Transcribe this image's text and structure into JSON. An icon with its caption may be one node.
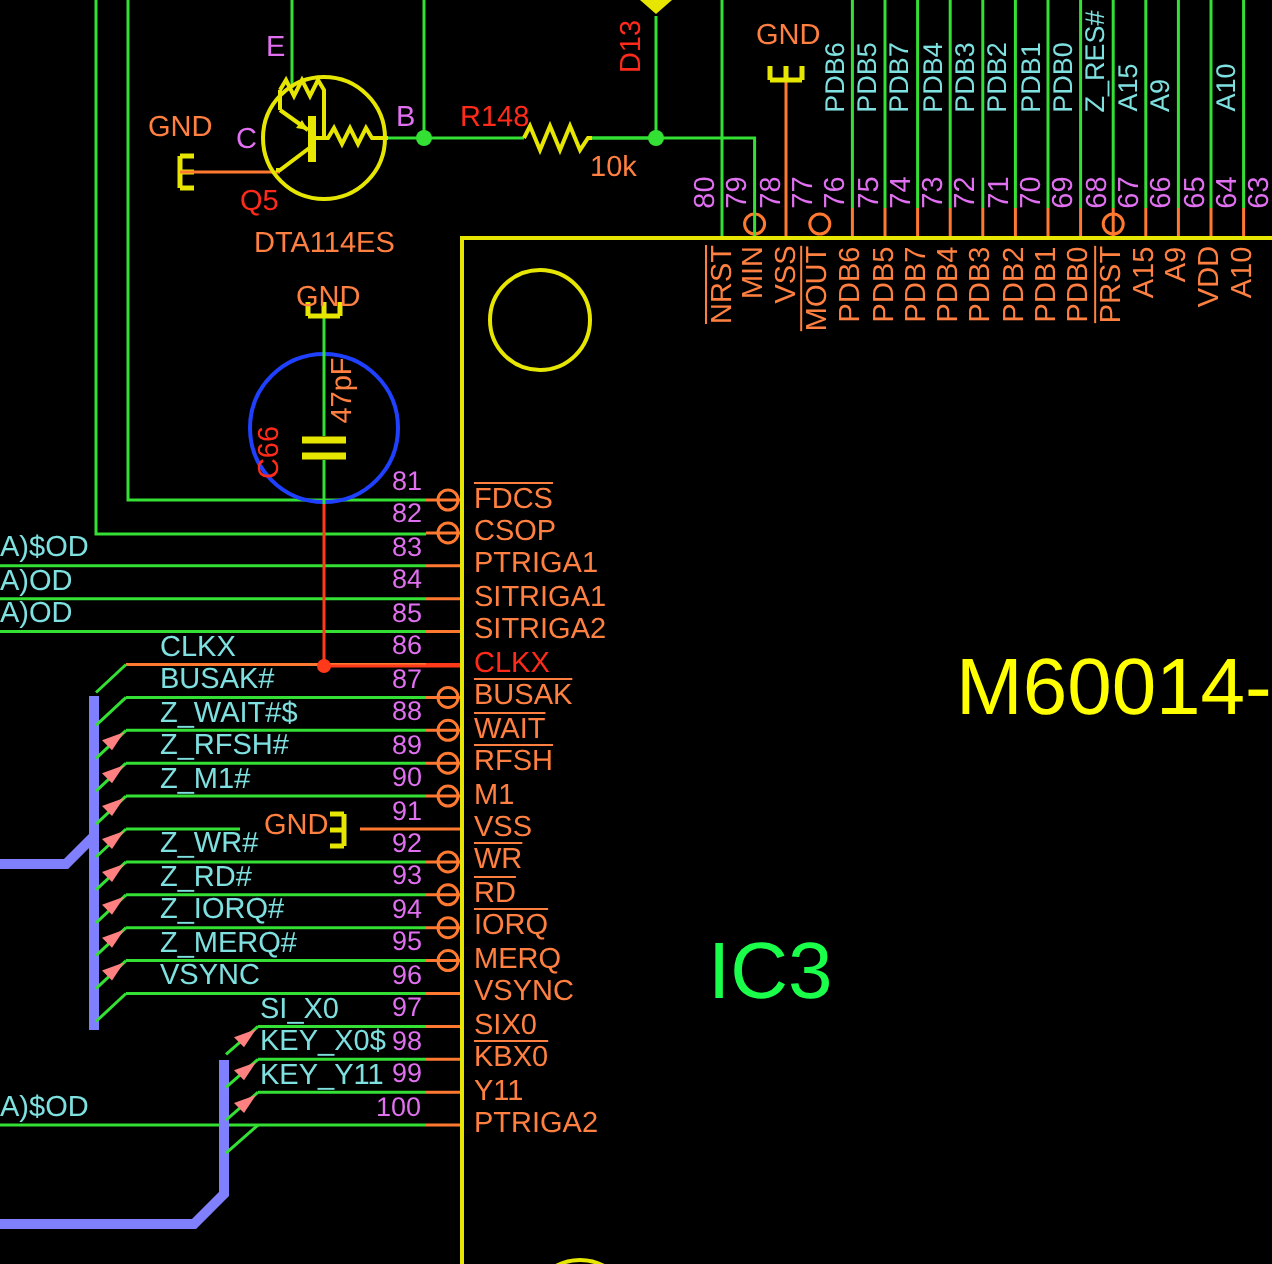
{
  "diagram": {
    "nodes": [
      {
        "text": [],
        "shape": "picture",
        "beside": [
          "E",
          "B",
          "C",
          "Q5",
          "DTA114ES"
        ]
      },
      {
        "text": [],
        "shape": "picture",
        "beside": [
          "R148",
          "10k"
        ]
      },
      {
        "text": [
          "C66",
          "47pF"
        ]
      },
      {
        "text": [
          "M60014-",
          "IC3"
        ]
      },
      {
        "text": [],
        "shape": "picture",
        "beside": [
          "D13"
        ]
      },
      {
        "text": [
          "GND"
        ]
      },
      {
        "text": [
          "GND"
        ]
      },
      {
        "text": [
          "GND"
        ]
      },
      {
        "text": [
          "GND"
        ]
      }
    ],
    "edges": [
      {
        "from": 0,
        "to": 1,
        "arrow": "none"
      },
      {
        "from": 1,
        "to": 3,
        "arrow": "none"
      },
      {
        "from": 2,
        "to": 3,
        "arrow": "none",
        "color": "#ff3a1a"
      },
      {
        "from": 1,
        "to": 4,
        "arrow": "none"
      },
      {
        "from": 5,
        "to": 0,
        "arrow": "none",
        "color": "#ff7a30"
      },
      {
        "from": 6,
        "to": 3,
        "arrow": "none",
        "color": "#ff7a30"
      },
      {
        "from": 7,
        "to": 2,
        "arrow": "none"
      },
      {
        "from": 8,
        "to": 3,
        "arrow": "none",
        "color": "#ff7a30"
      }
    ],
    "labels": [
      "PDB6",
      "PDB5",
      "PDB7",
      "PDB4",
      "PDB3",
      "PDB2",
      "PDB1",
      "PDB0",
      "Z_RES#",
      "A15",
      "A9",
      "A10",
      "80",
      "79",
      "78",
      "77",
      "76",
      "75",
      "74",
      "73",
      "72",
      "71",
      "70",
      "69",
      "68",
      "67",
      "66",
      "65",
      "64",
      "63",
      "NRST",
      "MIN",
      "VSS",
      "MOUT",
      "PDB6",
      "PDB5",
      "PDB7",
      "PDB4",
      "PDB3",
      "PDB2",
      "PDB1",
      "PDB0",
      "PRST",
      "A15",
      "A9",
      "VDD",
      "A10",
      "81",
      "82",
      "83",
      "84",
      "85",
      "86",
      "87",
      "88",
      "89",
      "90",
      "91",
      "92",
      "93",
      "94",
      "95",
      "96",
      "97",
      "98",
      "99",
      "100",
      "FDCS",
      "CSOP",
      "PTRIGA1",
      "SITRIGA1",
      "SITRIGA2",
      "CLKX",
      "BUSAK",
      "WAIT",
      "RFSH",
      "M1",
      "VSS",
      "WR",
      "RD",
      "IORQ",
      "MERQ",
      "VSYNC",
      "SIX0",
      "KBX0",
      "Y11",
      "PTRIGA2",
      "CLKX",
      "BUSAK#",
      "Z_WAIT#$",
      "Z_RFSH#",
      "Z_M1#",
      "Z_WR#",
      "Z_RD#",
      "Z_IORQ#",
      "Z_MERQ#",
      "VSYNC",
      "SI_X0",
      "KEY_X0$",
      "KEY_Y11",
      "A)$OD",
      "A)OD",
      "A)OD",
      "A)$OD"
    ]
  }
}
